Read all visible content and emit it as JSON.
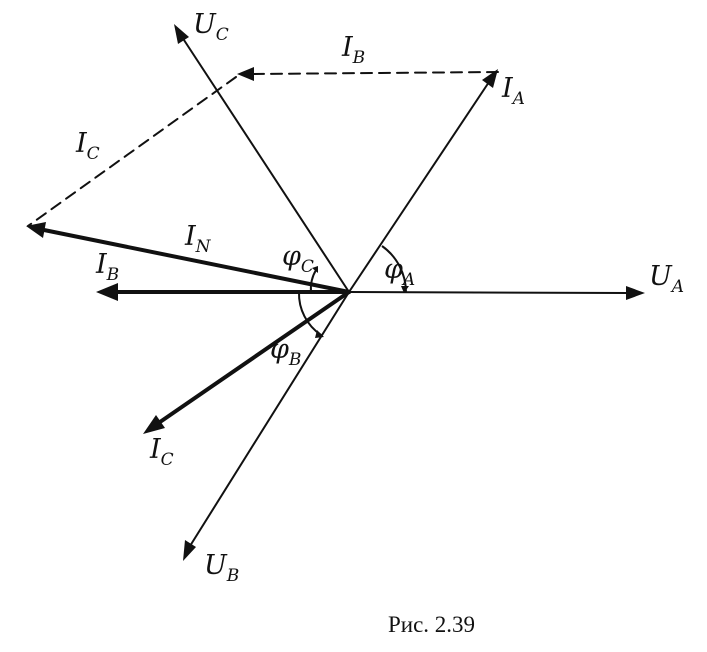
{
  "labels": {
    "u_a": {
      "main": "U",
      "sub": "A"
    },
    "u_b": {
      "main": "U",
      "sub": "B"
    },
    "u_c": {
      "main": "U",
      "sub": "C"
    },
    "i_a": {
      "main": "I",
      "sub": "A"
    },
    "i_b": {
      "main": "I",
      "sub": "B"
    },
    "i_b_2": {
      "main": "I",
      "sub": "B"
    },
    "i_c": {
      "main": "I",
      "sub": "C"
    },
    "i_c_2": {
      "main": "I",
      "sub": "C"
    },
    "i_n": {
      "main": "I",
      "sub": "N"
    },
    "phi_a": {
      "main": "φ",
      "sub": "A"
    },
    "phi_b": {
      "main": "φ",
      "sub": "B"
    },
    "phi_c": {
      "main": "φ",
      "sub": "C"
    }
  },
  "caption": "Рис. 2.39",
  "colors": {
    "ink": "#111111",
    "paper": "#ffffff"
  }
}
